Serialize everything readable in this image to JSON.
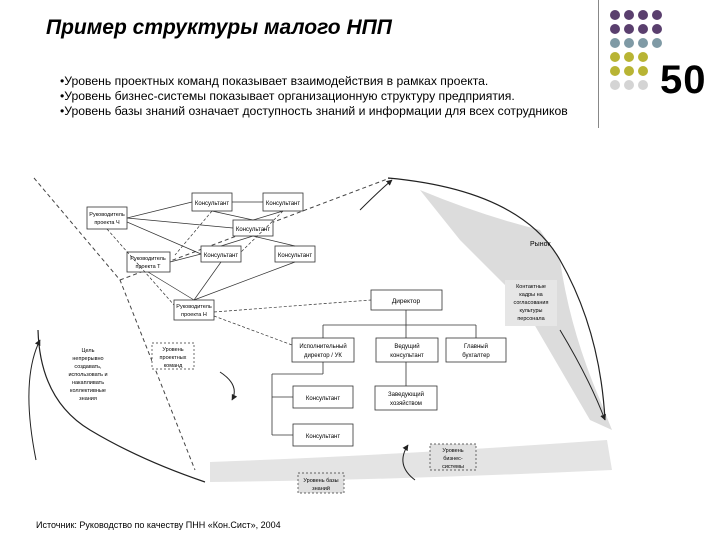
{
  "slide": {
    "title": "Пример структуры малого НПП",
    "number": "50",
    "bullets": [
      "•Уровень проектных команд показывает взаимодействия в рамках проекта.",
      "•Уровень бизнес-системы показывает организационную структуру предприятия.",
      "•Уровень базы знаний означает доступность знаний и информации для всех сотрудников"
    ],
    "source": "Источник: Руководство по качеству ПНН «Кон.Сист», 2004"
  },
  "decor": {
    "dot_colors": [
      "#5a3f6e",
      "#7f9aa5",
      "#b8b434",
      "#d4d4d4"
    ]
  },
  "diagram": {
    "labels": {
      "consultant_top1": "Консультант",
      "consultant_top2": "Консультант",
      "consultant_mid": "Консультант",
      "consultant_low1": "Консультант",
      "consultant_low2": "Консультант",
      "manager_a1": "Руководитель",
      "manager_a2": "проекта Ч",
      "manager_b1": "Руководитель",
      "manager_b2": "проекта Т",
      "manager_c1": "Руководитель",
      "manager_c2": "проекта Н",
      "director": "Директор",
      "deputy1": "Исполнительный",
      "deputy2": "директор / УК",
      "lead1": "Ведущий",
      "lead2": "консультант",
      "chief1": "Главный",
      "chief2": "бухгалтер",
      "head1": "Заведующий",
      "head2": "хозяйством",
      "market": "Рынок",
      "market_note1": "Контактные",
      "market_note2": "кадры на",
      "market_note3": "согласования",
      "market_note4": "культуры",
      "market_note5": "персонала",
      "pteam_level1": "Уровень",
      "pteam_level2": "проектных",
      "pteam_level3": "команд",
      "knowledge_note1": "Цель",
      "knowledge_note2": "непрерывно",
      "knowledge_note3": "создавать,",
      "knowledge_note4": "использовать и",
      "knowledge_note5": "накапливать",
      "knowledge_note6": "коллективные",
      "knowledge_note7": "знания",
      "bs_level1": "Уровень",
      "bs_level2": "бизнес-",
      "bs_level3": "системы",
      "kb_level1": "Уровень базы",
      "kb_level2": "знаний"
    }
  }
}
